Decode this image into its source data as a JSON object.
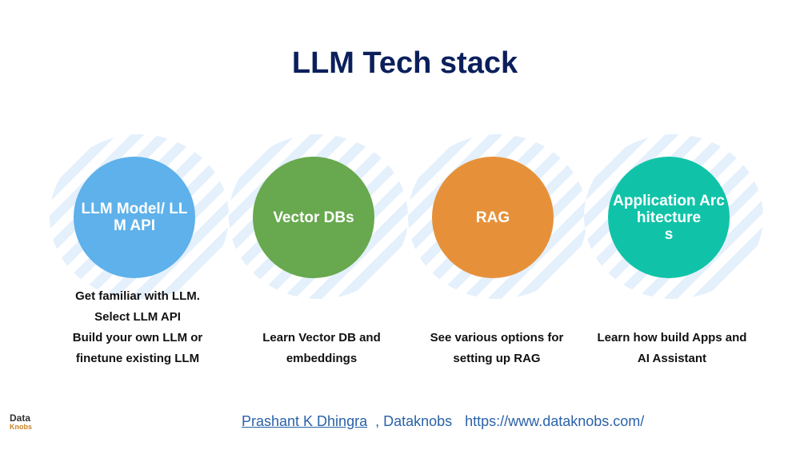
{
  "title": "LLM Tech stack",
  "stages": [
    {
      "label": "LLM Model/ LLM API",
      "color": "#5eb1ea",
      "description": "Get familiar with LLM.\nSelect LLM API\nBuild your own LLM or finetune existing LLM"
    },
    {
      "label": "Vector DBs",
      "color": "#68a84e",
      "description": "Learn Vector DB and embeddings"
    },
    {
      "label": "RAG",
      "color": "#e6913a",
      "description": "See various options for setting up RAG"
    },
    {
      "label": "Application Architecture\ns",
      "color": "#10c3a8",
      "description": "Learn how build Apps and AI Assistant"
    }
  ],
  "footer": {
    "author": "Prashant K Dhingra",
    "company": ", Dataknobs",
    "url": "https://www.dataknobs.com/"
  },
  "logo": {
    "line1": "Data",
    "line2": "Knobs"
  }
}
